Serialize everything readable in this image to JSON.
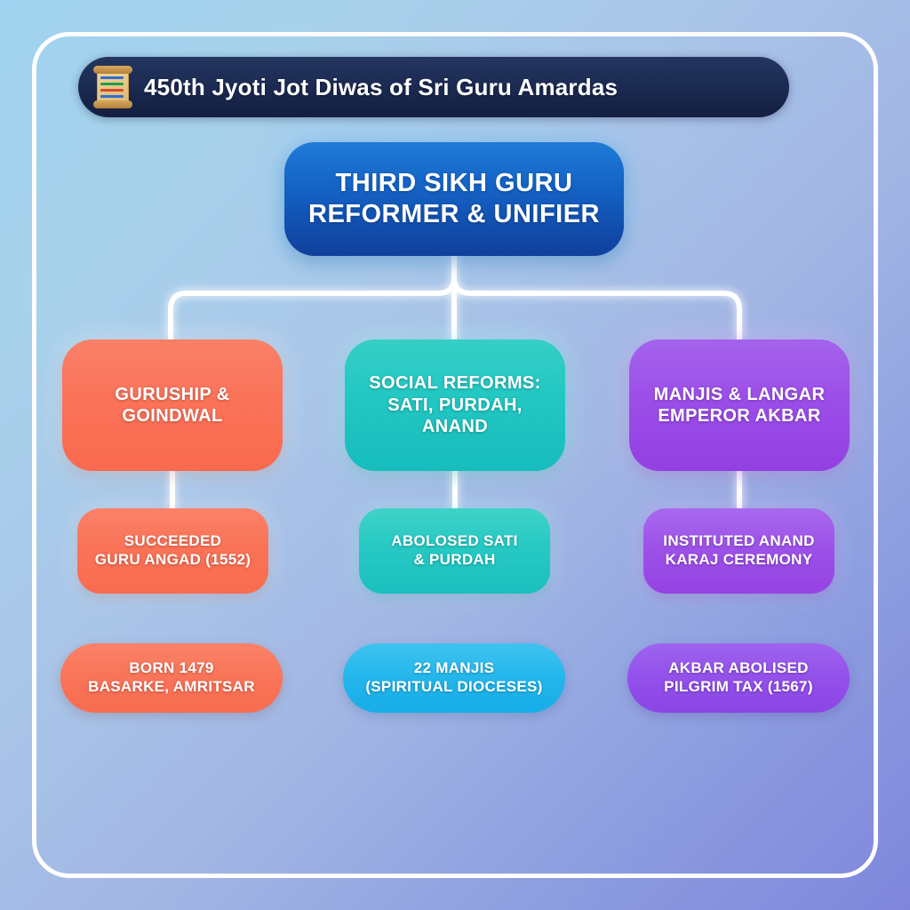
{
  "header": {
    "icon": "scroll-icon",
    "title": "450th Jyoti Jot Diwas of Sri Guru Amardas"
  },
  "colors": {
    "background_start": "#9fd3ef",
    "background_end": "#7f86dc",
    "frame": "#ffffff",
    "title_bar": "#1a2950",
    "main_node": "#1463c6",
    "branch_orange": "#fa7359",
    "branch_teal": "#22c7c2",
    "branch_purple": "#9c4ee8",
    "pill_blue": "#23b6ec",
    "connector": "#ffffff"
  },
  "chart_data": {
    "type": "diagram",
    "title": "450th Jyoti Jot Diwas of Sri Guru Amardas",
    "root": {
      "line1": "THIRD SIKH GURU",
      "line2": "REFORMER & UNIFIER"
    },
    "branches": [
      {
        "id": "guruship",
        "color": "#fa7359",
        "title_line1": "GURUSHIP &",
        "title_line2": "GOINDWAL",
        "sub_line1": "SUCCEEDED",
        "sub_line2": "GURU ANGAD (1552)",
        "pill_line1": "BORN 1479",
        "pill_line2": "BASARKE, AMRITSAR",
        "pill_color": "#f97458"
      },
      {
        "id": "social-reforms",
        "color": "#22c7c2",
        "title_line1": "SOCIAL REFORMS:",
        "title_line2": "SATI, PURDAH, ANAND",
        "sub_line1": "ABOLOSED SATI",
        "sub_line2": "& PURDAH",
        "pill_line1": "22 MANJIS",
        "pill_line2": "(SPIRITUAL DIOCESES)",
        "pill_color": "#23b6ec"
      },
      {
        "id": "manjis-langar",
        "color": "#9c4ee8",
        "title_line1": "MANJIS & LANGAR",
        "title_line2": "EMPEROR AKBAR",
        "sub_line1": "INSTITUTED ANAND",
        "sub_line2": "KARAJ CEREMONY",
        "pill_line1": "AKBAR ABOLISED",
        "pill_line2": "PILGRIM TAX (1567)",
        "pill_color": "#9350ea"
      }
    ]
  }
}
